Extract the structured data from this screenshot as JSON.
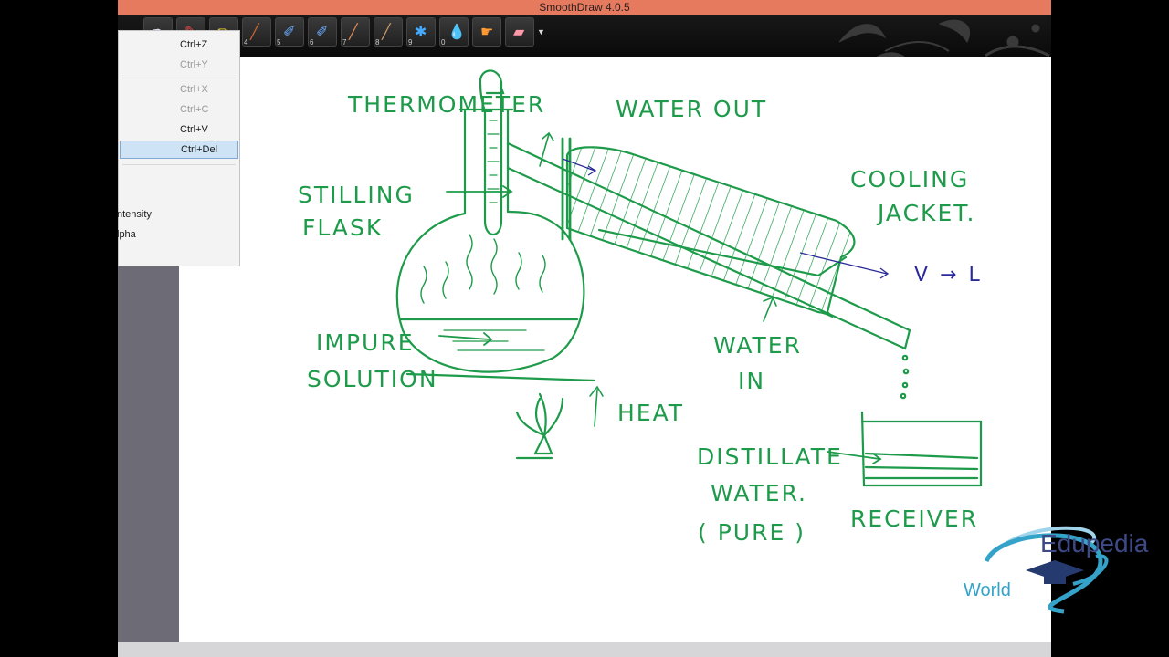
{
  "app": {
    "title": "SmoothDraw 4.0.5"
  },
  "toolbar": {
    "tools": [
      {
        "num": "",
        "icon": "pen-icon"
      },
      {
        "num": "",
        "icon": "pen-icon"
      },
      {
        "num": "",
        "icon": "pencil-icon"
      },
      {
        "num": "4",
        "icon": "brush-icon"
      },
      {
        "num": "5",
        "icon": "airbrush-icon"
      },
      {
        "num": "6",
        "icon": "airbrush-icon"
      },
      {
        "num": "7",
        "icon": "brush-icon"
      },
      {
        "num": "8",
        "icon": "brush-icon"
      },
      {
        "num": "9",
        "icon": "sparkle-icon"
      },
      {
        "num": "0",
        "icon": "water-drop-icon"
      },
      {
        "num": "",
        "icon": "smudge-icon"
      },
      {
        "num": "",
        "icon": "eraser-icon"
      }
    ]
  },
  "menu": {
    "items": [
      {
        "shortcut": "Ctrl+Z",
        "enabled": true
      },
      {
        "shortcut": "Ctrl+Y",
        "enabled": false
      },
      {
        "shortcut": "Ctrl+X",
        "enabled": false
      },
      {
        "shortcut": "Ctrl+C",
        "enabled": false
      },
      {
        "shortcut": "Ctrl+V",
        "enabled": true
      },
      {
        "shortcut": "Ctrl+Del",
        "enabled": true,
        "selected": true
      }
    ],
    "partial_labels": [
      "ntensity",
      "lpha"
    ]
  },
  "drawing": {
    "labels": {
      "thermometer": "THERMOMETER",
      "water_out": "WATER OUT",
      "distilling": "STILLING",
      "flask": "FLASK",
      "cooling": "COOLING",
      "jacket": "JACKET.",
      "v_to_l": "V → L",
      "impure": "IMPURE",
      "solution": "SOLUTION",
      "water_in_1": "WATER",
      "water_in_2": "IN",
      "heat": "HEAT",
      "distillate": "DISTILLATE",
      "water": "WATER.",
      "pure": "( PURE )",
      "receiver": "RECEIVER"
    },
    "ink_color": "#1e9b4a",
    "note_color": "#2a2a9a"
  },
  "watermark": {
    "line1": "Edupedia",
    "line2": "World"
  }
}
